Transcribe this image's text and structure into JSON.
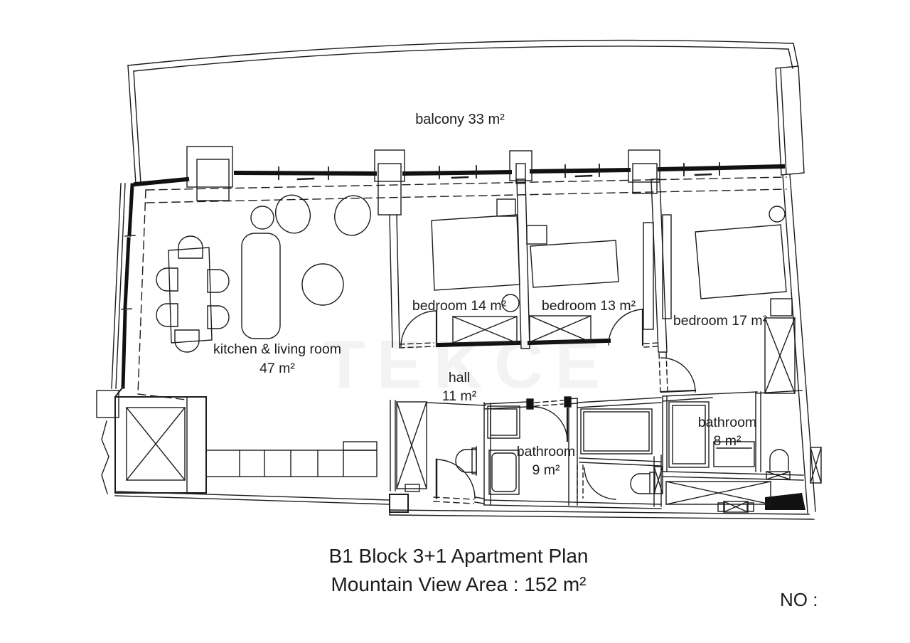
{
  "plan": {
    "labels": {
      "balcony": "balcony 33 m²",
      "kitchen_name": "kitchen & living room",
      "kitchen_area": "47 m²",
      "bedroom14": "bedroom 14 m²",
      "bedroom13": "bedroom 13 m²",
      "bedroom17": "bedroom 17 m²",
      "hall_name": "hall",
      "hall_area": "11 m²",
      "bath9_name": "bathroom",
      "bath9_area": "9 m²",
      "bath8_name": "bathroom",
      "bath8_area": "8 m²"
    },
    "caption": {
      "line1": "B1 Block 3+1 Apartment Plan",
      "line2": "Mountain View Area : 152 m²"
    },
    "note": "NO :",
    "watermark": "TEKCE",
    "colors": {
      "ink": "#1c1c1c",
      "paper": "#ffffff"
    }
  }
}
